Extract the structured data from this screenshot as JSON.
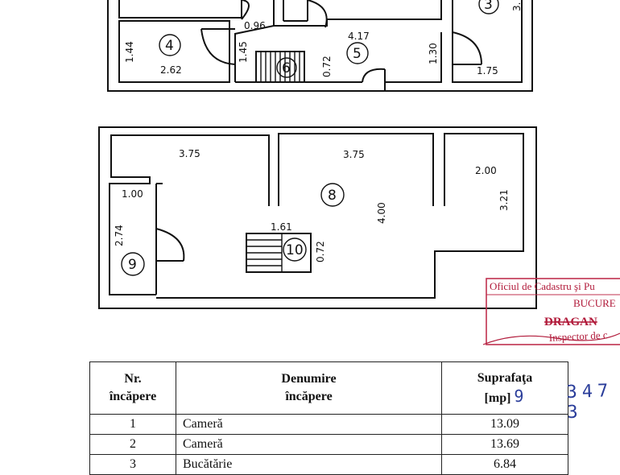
{
  "upper_plan": {
    "dims": {
      "d096": "0.96",
      "d417": "4.17",
      "d144": "1.44",
      "d145": "1.45",
      "d130": "1.30",
      "d262": "2.62",
      "d072": "0.72",
      "d175": "1.75",
      "d3a": "3."
    },
    "rooms": {
      "r3": "3",
      "r4": "4",
      "r5": "5",
      "r6": "6"
    }
  },
  "lower_plan": {
    "dims": {
      "d375a": "3.75",
      "d375b": "3.75",
      "d200": "2.00",
      "d100": "1.00",
      "d321": "3.21",
      "d400": "4.00",
      "d274": "2.74",
      "d161": "1.61",
      "d072": "0.72"
    },
    "rooms": {
      "r8": "8",
      "r9": "9",
      "r10": "10"
    }
  },
  "stamp": {
    "line1": "Oficiul de Cadastru şi Pu",
    "line2": "BUCURE",
    "line3": "DRAGAN",
    "line4": "Inspector de c"
  },
  "table": {
    "headers": {
      "nr_l1": "Nr.",
      "nr_l2": "încăpere",
      "den_l1": "Denumire",
      "den_l2": "încăpere",
      "sup_l1": "Suprafaţa",
      "sup_l2": "[mp]",
      "sup_hw": "9"
    },
    "rows": [
      {
        "nr": "1",
        "name": "Cameră",
        "area": "13.09"
      },
      {
        "nr": "2",
        "name": "Cameră",
        "area": "13.69"
      },
      {
        "nr": "3",
        "name": "Bucătărie",
        "area": "6.84"
      }
    ]
  },
  "side_number": "347 3"
}
